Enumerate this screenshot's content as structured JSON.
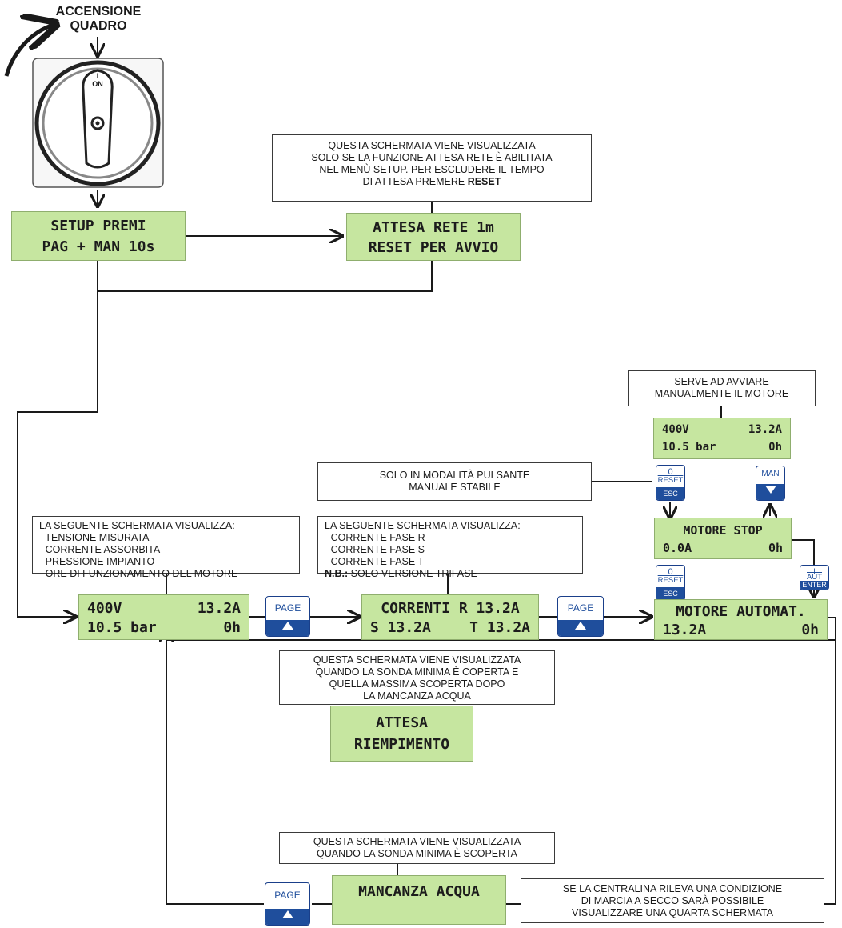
{
  "header": {
    "line1": "ACCENSIONE",
    "line2": "QUADRO"
  },
  "switch": {
    "label_i": "I",
    "label_on": "ON"
  },
  "screens": {
    "setup": {
      "line1": "SETUP PREMI",
      "line2": "PAG + MAN 10s"
    },
    "attesa_rete": {
      "line1": "ATTESA RETE  1m",
      "line2": "RESET PER AVVIO"
    },
    "main": {
      "l1_left": "400V",
      "l1_right": "13.2A",
      "l2_left": "10.5 bar",
      "l2_right": "0h"
    },
    "correnti": {
      "line1": "CORRENTI R 13.2A",
      "l2_left": "S 13.2A",
      "l2_right": "T 13.2A"
    },
    "motore_aut": {
      "line1": "MOTORE AUTOMAT.",
      "l2_left": "13.2A",
      "l2_right": "0h"
    },
    "motore_stop": {
      "line1": "MOTORE STOP",
      "l2_left": "0.0A",
      "l2_right": "0h"
    },
    "manual": {
      "l1_left": "400V",
      "l1_right": "13.2A",
      "l2_left": "10.5 bar",
      "l2_right": "0h"
    },
    "attesa_riemp": {
      "line1": "ATTESA",
      "line2": "RIEMPIMENTO"
    },
    "mancanza": {
      "line1": "MANCANZA ACQUA"
    }
  },
  "notes": {
    "attesa_rete": {
      "line1": "QUESTA SCHERMATA VIENE VISUALIZZATA",
      "line2": "SOLO SE LA FUNZIONE ATTESA RETE È ABILITATA",
      "line3": "NEL MENÙ SETUP. PER ESCLUDERE IL TEMPO",
      "line4_pre": "DI ATTESA PREMERE ",
      "line4_bold": "RESET"
    },
    "main": {
      "line1": "LA SEGUENTE SCHERMATA VISUALIZZA:",
      "line2": "- TENSIONE MISURATA",
      "line3": "- CORRENTE ASSORBITA",
      "line4": "- PRESSIONE IMPIANTO",
      "line5": "- ORE DI FUNZIONAMENTO DEL MOTORE"
    },
    "correnti": {
      "line1": "LA SEGUENTE SCHERMATA VISUALIZZA:",
      "line2": "- CORRENTE FASE R",
      "line3": "- CORRENTE FASE S",
      "line4": "- CORRENTE FASE T",
      "line5_bold": "N.B.:",
      "line5_rest": " SOLO VERSIONE TRIFASE"
    },
    "pulsante": {
      "line1": "SOLO IN MODALITÀ PULSANTE",
      "line2": "MANUALE STABILE"
    },
    "serve": {
      "line1": "SERVE AD AVVIARE",
      "line2": "MANUALMENTE IL MOTORE"
    },
    "riempimento": {
      "line1": "QUESTA SCHERMATA VIENE VISUALIZZATA",
      "line2": "QUANDO LA SONDA MINIMA È COPERTA E",
      "line3": "QUELLA MASSIMA SCOPERTA DOPO",
      "line4": "LA MANCANZA ACQUA"
    },
    "mancanza": {
      "line1": "QUESTA SCHERMATA VIENE VISUALIZZATA",
      "line2": "QUANDO LA SONDA MINIMA È SCOPERTA"
    },
    "secco": {
      "line1": "SE LA CENTRALINA RILEVA UNA CONDIZIONE",
      "line2": "DI  MARCIA A SECCO SARÀ POSSIBILE",
      "line3": "VISUALIZZARE UNA QUARTA SCHERMATA"
    }
  },
  "keys": {
    "page": {
      "label": "PAGE"
    },
    "reset": {
      "line1": "0",
      "line2": "RESET",
      "sub": "ESC"
    },
    "man": {
      "label": "MAN"
    },
    "aut": {
      "line1": "I",
      "line2": "AUT",
      "sub": "ENTER"
    }
  },
  "colors": {
    "lcd": "#c6e6a0",
    "key_blue": "#1f4e9c"
  }
}
